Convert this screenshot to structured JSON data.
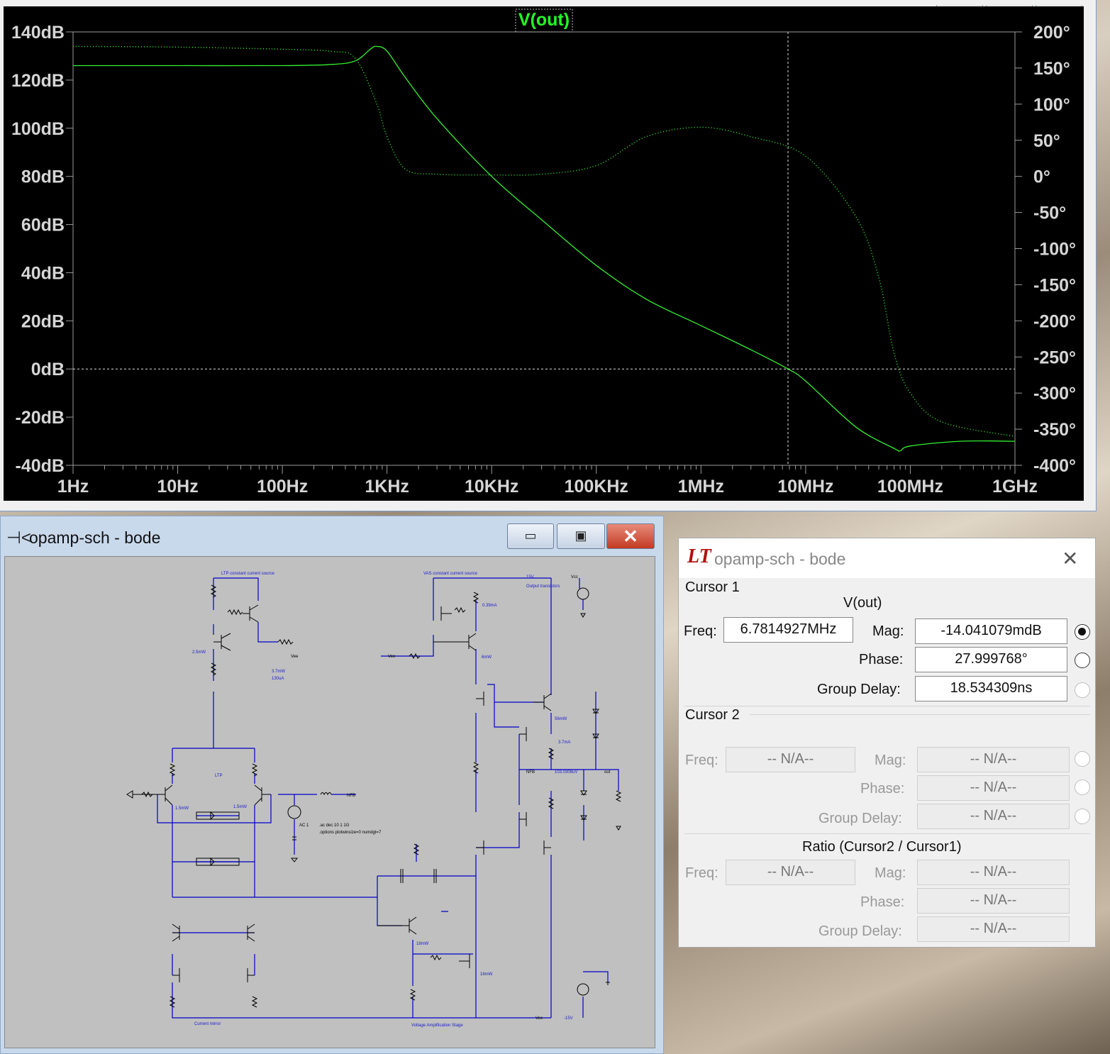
{
  "plot": {
    "trace_name": "V(out)",
    "left_axis_ticks": [
      "140dB",
      "120dB",
      "100dB",
      "80dB",
      "60dB",
      "40dB",
      "20dB",
      "0dB",
      "-20dB",
      "-40dB"
    ],
    "right_axis_ticks": [
      "200°",
      "150°",
      "100°",
      "50°",
      "0°",
      "-50°",
      "-100°",
      "-150°",
      "-200°",
      "-250°",
      "-300°",
      "-350°",
      "-400°"
    ],
    "x_axis_ticks": [
      "1Hz",
      "10Hz",
      "100Hz",
      "1KHz",
      "10KHz",
      "100KHz",
      "1MHz",
      "10MHz",
      "100MHz",
      "1GHz"
    ],
    "trace_color": "#33ee33",
    "background_color": "#000000"
  },
  "chart_data": {
    "type": "line",
    "x_scale": "log",
    "xlim_hz": [
      1,
      1000000000
    ],
    "ylim_db": [
      -40,
      140
    ],
    "ylim_deg": [
      -400,
      200
    ],
    "grid": false,
    "cursor": {
      "x_hz": 6781492.7,
      "y_db": 0
    },
    "series": [
      {
        "axis": "left",
        "style": "solid",
        "x": [
          1,
          10,
          100,
          300,
          500,
          700,
          800,
          1000,
          1500,
          3000,
          10000,
          30000,
          100000,
          300000,
          1000000,
          3000000,
          6780000,
          10000000,
          30000000,
          70000000,
          80000000,
          100000000,
          300000000,
          1000000000
        ],
        "y": [
          126,
          126,
          126,
          126.5,
          128,
          133,
          134,
          132,
          121,
          104,
          80,
          62,
          43,
          29,
          18,
          8,
          0,
          -5,
          -24,
          -33,
          -34,
          -32,
          -30,
          -30
        ]
      },
      {
        "axis": "right",
        "style": "dotted",
        "x": [
          1,
          10,
          100,
          300,
          500,
          800,
          1000,
          1500,
          3000,
          10000,
          30000,
          100000,
          300000,
          1000000,
          3000000,
          10000000,
          30000000,
          50000000,
          70000000,
          100000000,
          200000000,
          1000000000
        ],
        "y": [
          180,
          179,
          176,
          173,
          163,
          100,
          55,
          10,
          3,
          2,
          3,
          15,
          55,
          68,
          55,
          28,
          -55,
          -140,
          -245,
          -300,
          -340,
          -360
        ]
      }
    ]
  },
  "schematic_window": {
    "title": "opamp-sch - bode",
    "labels": {
      "ltp_ccs": "LTP constant current source",
      "vas_ccs": "VAS constant current source",
      "output_transistors": "Output transistors",
      "ltp": "LTP",
      "current_mirror": "Current mirror",
      "vas": "Voltage Amplification Stage",
      "nfb": "NFB",
      "nfb2": "NFB",
      "out": "out",
      "plus15": "15V",
      "minus15": "-15V",
      "vcc": "Vcc",
      "vee": "Vee",
      "directive1": ".ac dec 10 1 1G",
      "directive2": ".options plotwinsize=0 numdgt=7",
      "ac": "AC 1",
      "i130": "130uA",
      "i039": "0.39mA",
      "i37": "3.7mA",
      "v103": "103.0308uV",
      "p25a": "2.5mW",
      "p37": "3.7mW",
      "p6": "6mW",
      "p56": "56mW",
      "p15a": "1.5mW",
      "p15b": "1.5mW",
      "p18": "18mW",
      "p16": "16mW"
    }
  },
  "cursor_dialog": {
    "title": "opamp-sch - bode",
    "cursor1": {
      "heading": "Cursor 1",
      "trace": "V(out)",
      "freq_label": "Freq:",
      "freq": "6.7814927MHz",
      "mag_label": "Mag:",
      "mag": "-14.041079mdB",
      "phase_label": "Phase:",
      "phase": "27.999768°",
      "gd_label": "Group Delay:",
      "gd": "18.534309ns"
    },
    "cursor2": {
      "heading": "Cursor 2",
      "freq_label": "Freq:",
      "freq": "-- N/A--",
      "mag_label": "Mag:",
      "mag": "-- N/A--",
      "phase_label": "Phase:",
      "phase": "-- N/A--",
      "gd_label": "Group Delay:",
      "gd": "-- N/A--"
    },
    "ratio": {
      "heading": "Ratio (Cursor2 / Cursor1)",
      "freq_label": "Freq:",
      "freq": "-- N/A--",
      "mag_label": "Mag:",
      "mag": "-- N/A--",
      "phase_label": "Phase:",
      "phase": "-- N/A--",
      "gd_label": "Group Delay:",
      "gd": "-- N/A--"
    }
  }
}
